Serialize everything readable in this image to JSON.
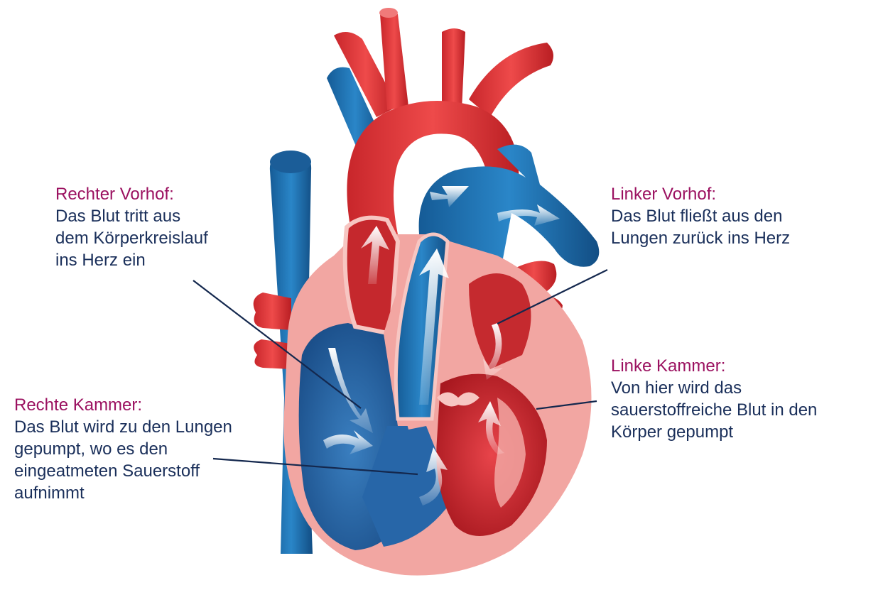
{
  "colors": {
    "title": "#9b1160",
    "body": "#1a2f5a",
    "leader": "#14284e",
    "artery": "#e2363a",
    "artery_dark": "#b51f24",
    "vein": "#1f6fb0",
    "vein_dark": "#134f86",
    "muscle": "#f2a4a1",
    "muscle_light": "#f7c6c2"
  },
  "labels": {
    "right_atrium": {
      "title": "Rechter Vorhof:",
      "body": "Das Blut tritt aus\ndem Körperkreislauf\nins Herz ein"
    },
    "left_atrium": {
      "title": "Linker Vorhof:",
      "body": "Das Blut fließt aus den\nLungen zurück ins Herz"
    },
    "right_ventricle": {
      "title": "Rechte Kammer:",
      "body": "Das Blut wird zu den Lungen\ngepumpt, wo es den\neingeatmeten Sauerstoff\naufnimmt"
    },
    "left_ventricle": {
      "title": "Linke Kammer:",
      "body": "Von hier wird das\nsauerstoffreiche Blut in den\nKörper gepumpt"
    }
  }
}
